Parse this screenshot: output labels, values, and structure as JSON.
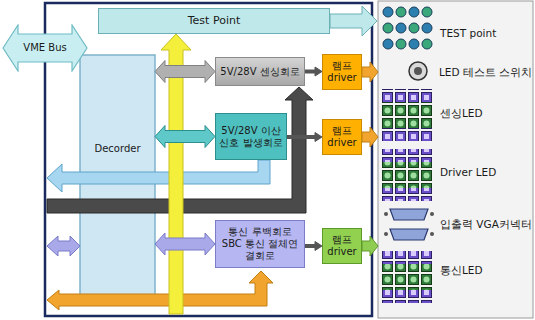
{
  "diagram": {
    "nodes": [
      {
        "text": [
          "VME Bus"
        ]
      },
      {
        "text": [
          "Decorder"
        ]
      },
      {
        "text": [
          "Test Point"
        ]
      },
      {
        "text": [
          "5V/28V 센싱회로"
        ]
      },
      {
        "text": [
          "램프 driver"
        ]
      },
      {
        "text": [
          "5V/28V 이산 신호 발생회로"
        ]
      },
      {
        "text": [
          "램프 driver"
        ]
      },
      {
        "text": [
          "통신 루백회로 SBC 통신 절체연결회로"
        ]
      },
      {
        "text": [
          "램프 driver"
        ]
      }
    ],
    "edges": [
      {
        "from": 1,
        "to": 3,
        "arrow": "both"
      },
      {
        "from": 1,
        "to": 5,
        "arrow": "both"
      },
      {
        "from": 1,
        "to": 7,
        "arrow": "both"
      },
      {
        "from": 3,
        "to": 4,
        "arrow": "to"
      },
      {
        "from": 5,
        "to": 6,
        "arrow": "to"
      },
      {
        "from": 7,
        "to": 8,
        "arrow": "to"
      }
    ],
    "labels": [
      "TEST point",
      "LED 테스트 스위치",
      "센싱LED",
      "Driver LED",
      "입출력 VGA커넥터",
      "통신LED"
    ]
  }
}
